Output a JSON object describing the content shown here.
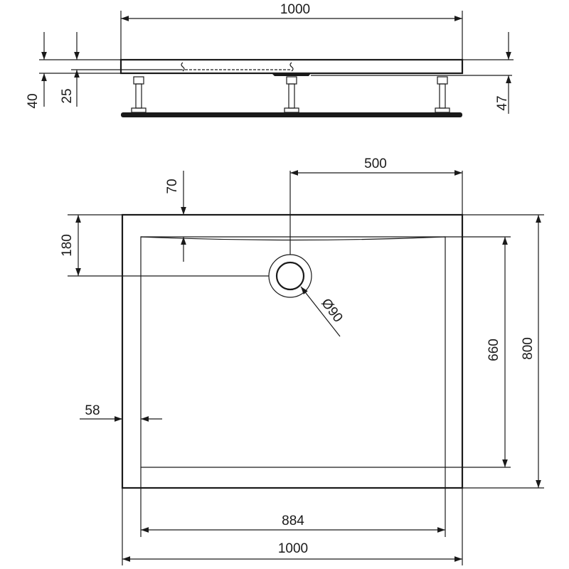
{
  "side_view": {
    "width_label": "1000",
    "height_total_label": "40",
    "height_tray_label": "25",
    "height_right_label": "47"
  },
  "top_view": {
    "drain_offset_label": "500",
    "rim_top_label": "70",
    "drain_from_edge_label": "180",
    "drain_diameter_label": "Ø90",
    "rim_side_label": "58",
    "inner_depth_label": "660",
    "outer_depth_label": "800",
    "inner_width_label": "884",
    "outer_width_label": "1000"
  },
  "colors": {
    "line": "#1a1a1a",
    "background": "#ffffff"
  }
}
